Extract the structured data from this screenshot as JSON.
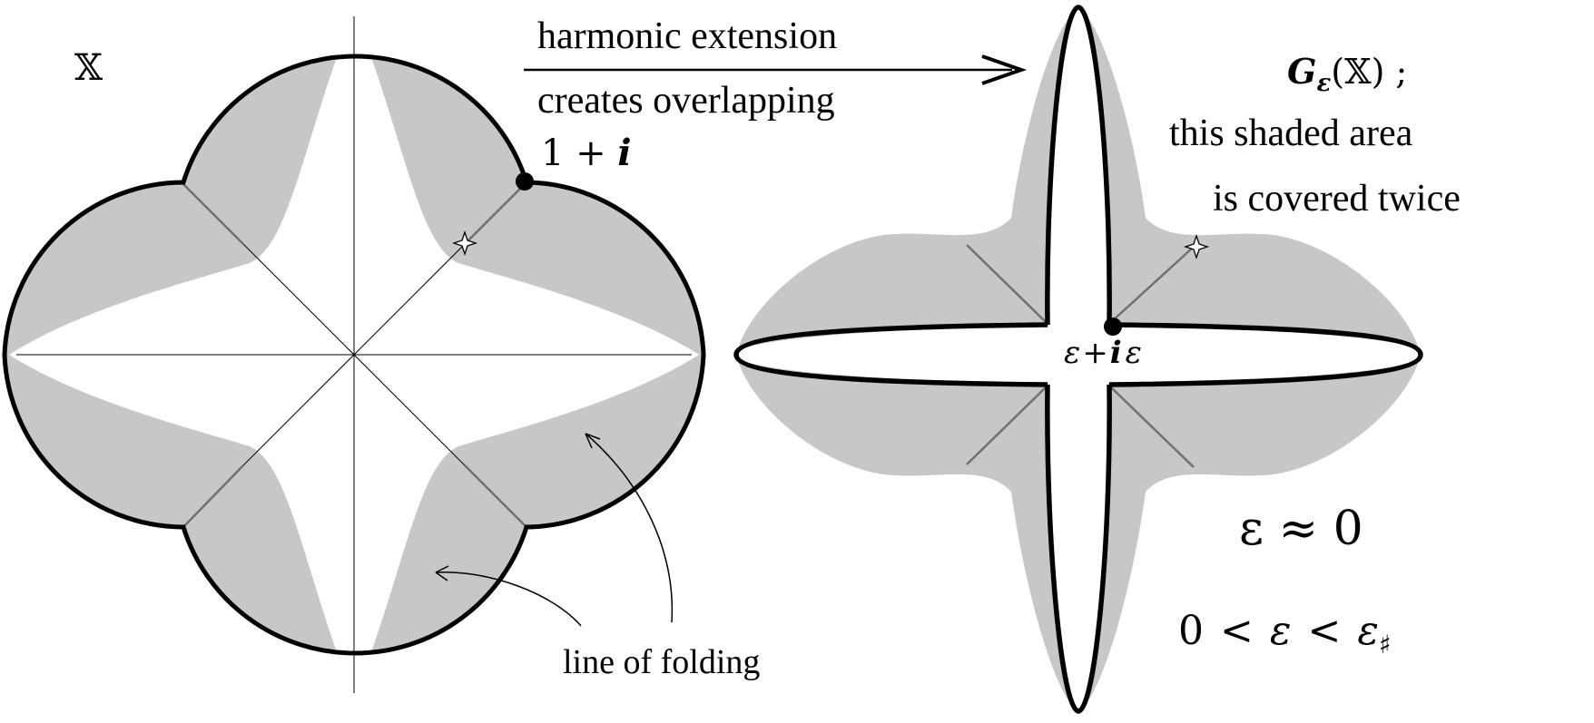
{
  "left_figure": {
    "domain_label": "𝕏",
    "point_label_1": "1 + ",
    "point_label_2": "i",
    "fold_label": "line of folding"
  },
  "arrow": {
    "line1": "harmonic extension",
    "line2": "creates overlapping"
  },
  "right_figure": {
    "title_G": "G",
    "title_eps": "ε",
    "title_rest": "(𝕏) ;",
    "desc_line1": "this shaded area",
    "desc_line2": "is covered twice",
    "center_eps1": "ε",
    "center_plus": "+",
    "center_i": "i",
    "center_eps2": "ε",
    "approx": "ε ≈ 0",
    "ineq_0": "0",
    "ineq_lt1": "<",
    "ineq_eps": "ε",
    "ineq_lt2": "<",
    "ineq_eps_sharp": "ε",
    "ineq_sharp": "♯"
  },
  "colors": {
    "shade": "#c7c7c7",
    "ink": "#000000",
    "gray_line": "#707070",
    "background": "#ffffff"
  }
}
